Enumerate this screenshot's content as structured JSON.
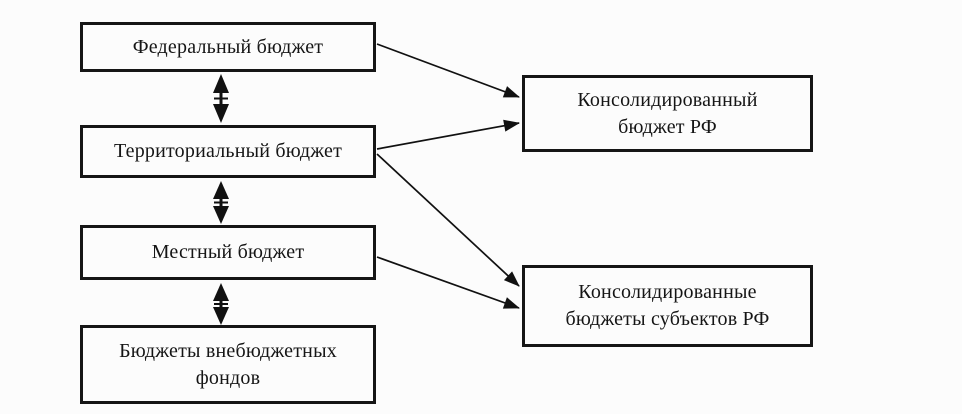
{
  "diagram": {
    "description": "Budget system structure of the Russian Federation",
    "nodes": {
      "federal": {
        "label": "Федеральный бюджет"
      },
      "territorial": {
        "label": "Территориальный бюджет"
      },
      "local": {
        "label": "Местный бюджет"
      },
      "extrabudgetary_funds": {
        "label": "Бюджеты внебюджетных\nфондов"
      },
      "consolidated_rf": {
        "label": "Консолидированный\nбюджет РФ"
      },
      "consolidated_subjects_rf": {
        "label": "Консолидированные\nбюджеты субъектов РФ"
      }
    },
    "edges": [
      {
        "from": "federal",
        "to": "territorial",
        "type": "bidirectional"
      },
      {
        "from": "territorial",
        "to": "local",
        "type": "bidirectional"
      },
      {
        "from": "local",
        "to": "extrabudgetary_funds",
        "type": "bidirectional"
      },
      {
        "from": "federal",
        "to": "consolidated_rf",
        "type": "directed"
      },
      {
        "from": "territorial",
        "to": "consolidated_rf",
        "type": "directed"
      },
      {
        "from": "territorial",
        "to": "consolidated_subjects_rf",
        "type": "directed"
      },
      {
        "from": "local",
        "to": "consolidated_subjects_rf",
        "type": "directed"
      }
    ],
    "colors": {
      "background": "#fcfcfc",
      "box_border": "#161616",
      "text": "#151515",
      "arrow": "#111111"
    }
  }
}
